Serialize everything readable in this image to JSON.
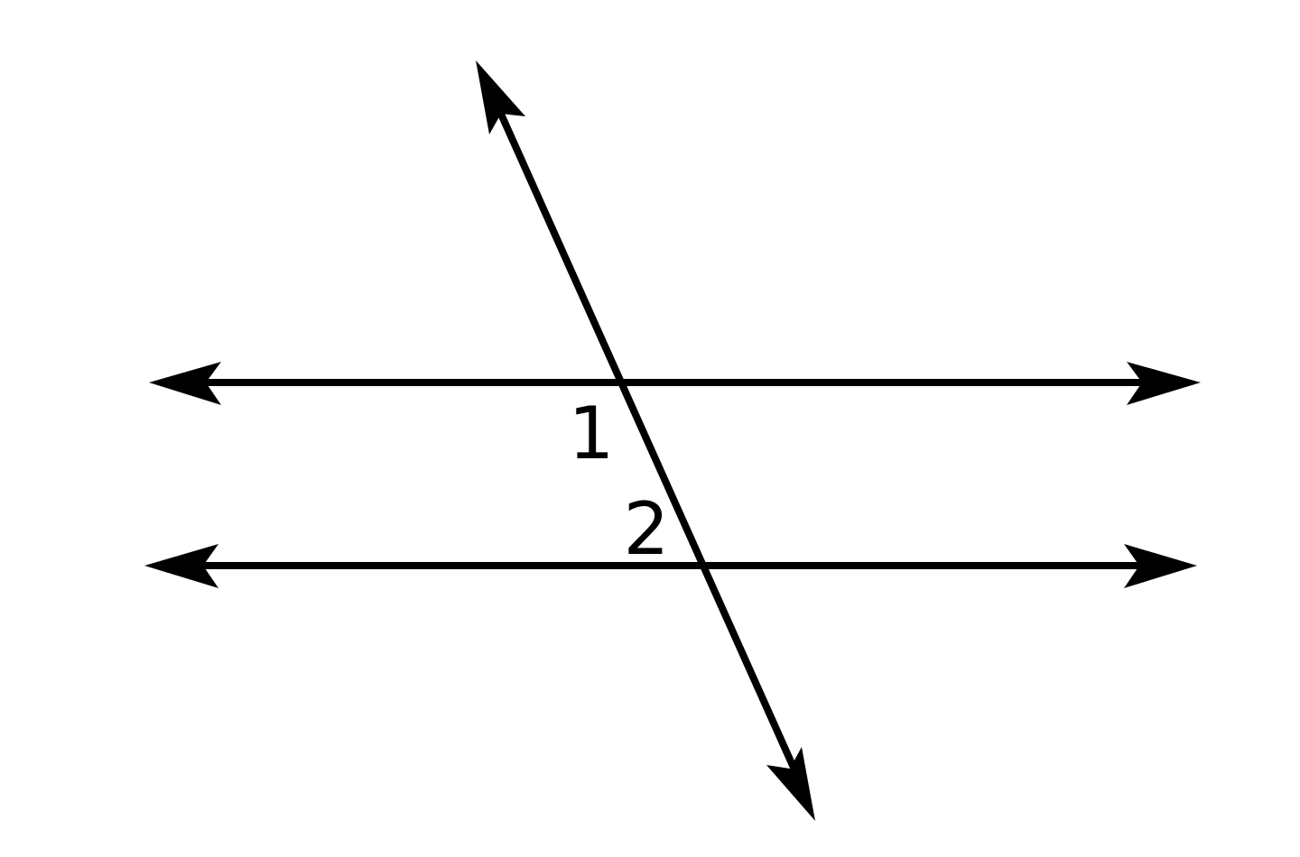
{
  "diagram": {
    "description_type": "two parallel lines cut by a transversal",
    "stroke_color": "#000000",
    "background_color": "#ffffff",
    "angle_labels": {
      "angle1": "1",
      "angle2": "2"
    }
  }
}
